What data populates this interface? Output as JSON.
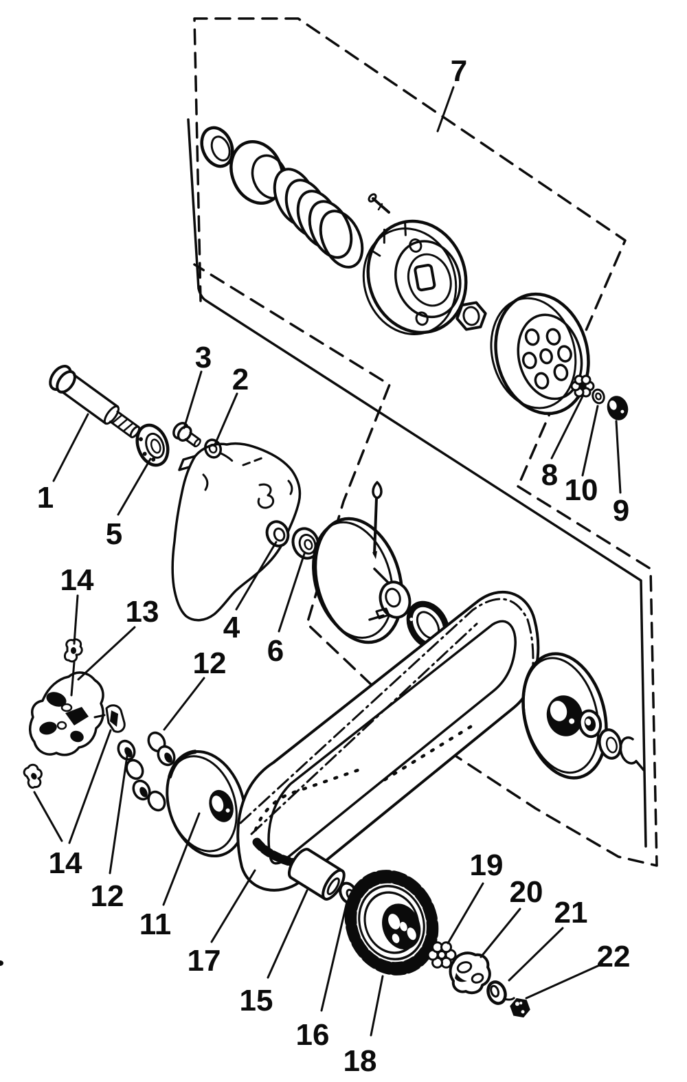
{
  "diagram": {
    "kind": "exploded-parts-diagram",
    "background_color": "#ffffff",
    "ink_color": "#0b0b0b",
    "part_count": 22
  },
  "callouts": {
    "p1": "1",
    "p2": "2",
    "p3": "3",
    "p4": "4",
    "p5": "5",
    "p6": "6",
    "p7": "7",
    "p8": "8",
    "p9": "9",
    "p10": "10",
    "p11": "11",
    "p12": "12",
    "p13": "13",
    "p14": "14",
    "p15": "15",
    "p16": "16",
    "p17": "17",
    "p18": "18",
    "p19": "19",
    "p20": "20",
    "p21": "21",
    "p22": "22"
  }
}
